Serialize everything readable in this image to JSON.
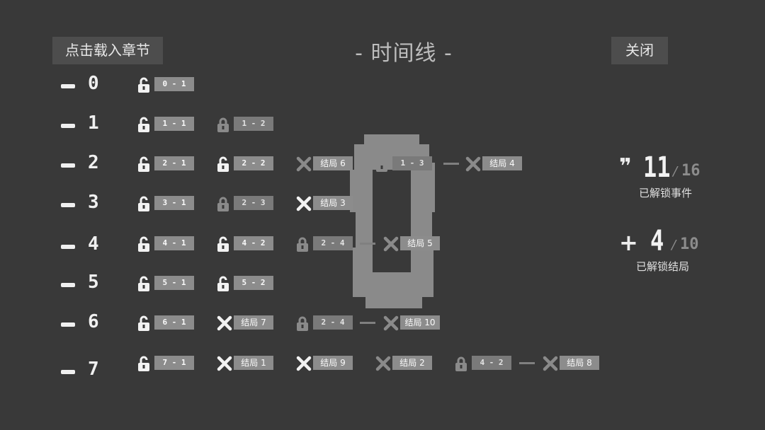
{
  "header": {
    "title": "- 时间线 -",
    "load_label": "点击载入章节",
    "close_label": "关闭"
  },
  "rows": [
    {
      "label": "0",
      "nodes": [
        {
          "tag": "0 - 1",
          "icon": "unlocked-icon"
        }
      ]
    },
    {
      "label": "1",
      "nodes": [
        {
          "tag": "1 - 1",
          "icon": "unlocked-icon"
        },
        {
          "tag": "1 - 2",
          "icon": "locked-icon"
        }
      ]
    },
    {
      "label": "2",
      "nodes": [
        {
          "tag": "2 - 1",
          "icon": "unlocked-icon"
        },
        {
          "tag": "2 - 2",
          "icon": "unlocked-icon"
        },
        {
          "tag": "结局 6",
          "icon": "cross-icon"
        },
        {
          "tag": "1 - 3",
          "icon": "locked-icon"
        },
        {
          "tag": "结局 4",
          "icon": "cross-icon"
        }
      ]
    },
    {
      "label": "3",
      "nodes": [
        {
          "tag": "3 - 1",
          "icon": "unlocked-icon"
        },
        {
          "tag": "2 - 3",
          "icon": "locked-icon"
        },
        {
          "tag": "结局 3",
          "icon": "cross-icon"
        }
      ]
    },
    {
      "label": "4",
      "nodes": [
        {
          "tag": "4 - 1",
          "icon": "unlocked-icon"
        },
        {
          "tag": "4 - 2",
          "icon": "unlocked-icon"
        },
        {
          "tag": "2 - 4",
          "icon": "locked-icon"
        },
        {
          "tag": "结局 5",
          "icon": "cross-icon"
        }
      ]
    },
    {
      "label": "5",
      "nodes": [
        {
          "tag": "5 - 1",
          "icon": "unlocked-icon"
        },
        {
          "tag": "5 - 2",
          "icon": "unlocked-icon"
        }
      ]
    },
    {
      "label": "6",
      "nodes": [
        {
          "tag": "6 - 1",
          "icon": "unlocked-icon"
        },
        {
          "tag": "结局 7",
          "icon": "cross-icon"
        },
        {
          "tag": "2 - 4",
          "icon": "locked-icon"
        },
        {
          "tag": "结局 10",
          "icon": "cross-icon"
        }
      ]
    },
    {
      "label": "7",
      "nodes": [
        {
          "tag": "7 - 1",
          "icon": "unlocked-icon"
        },
        {
          "tag": "结局 1",
          "icon": "cross-icon"
        },
        {
          "tag": "结局 9",
          "icon": "cross-icon"
        },
        {
          "tag": "结局 2",
          "icon": "cross-icon"
        },
        {
          "tag": "4 - 2",
          "icon": "locked-icon"
        },
        {
          "tag": "结局 8",
          "icon": "cross-icon"
        }
      ]
    }
  ],
  "stats": {
    "events": {
      "icon": "quote-icon",
      "value": "11",
      "sep": "/",
      "total": "16",
      "caption": "已解锁事件"
    },
    "endings": {
      "icon": "plus-icon",
      "value": "4",
      "sep": "/",
      "total": "10",
      "caption": "已解锁结局"
    }
  },
  "colors": {
    "background": "#393939",
    "tag": "#8c8c8c",
    "button": "#4d4d4d",
    "text": "#e6e6e6"
  }
}
